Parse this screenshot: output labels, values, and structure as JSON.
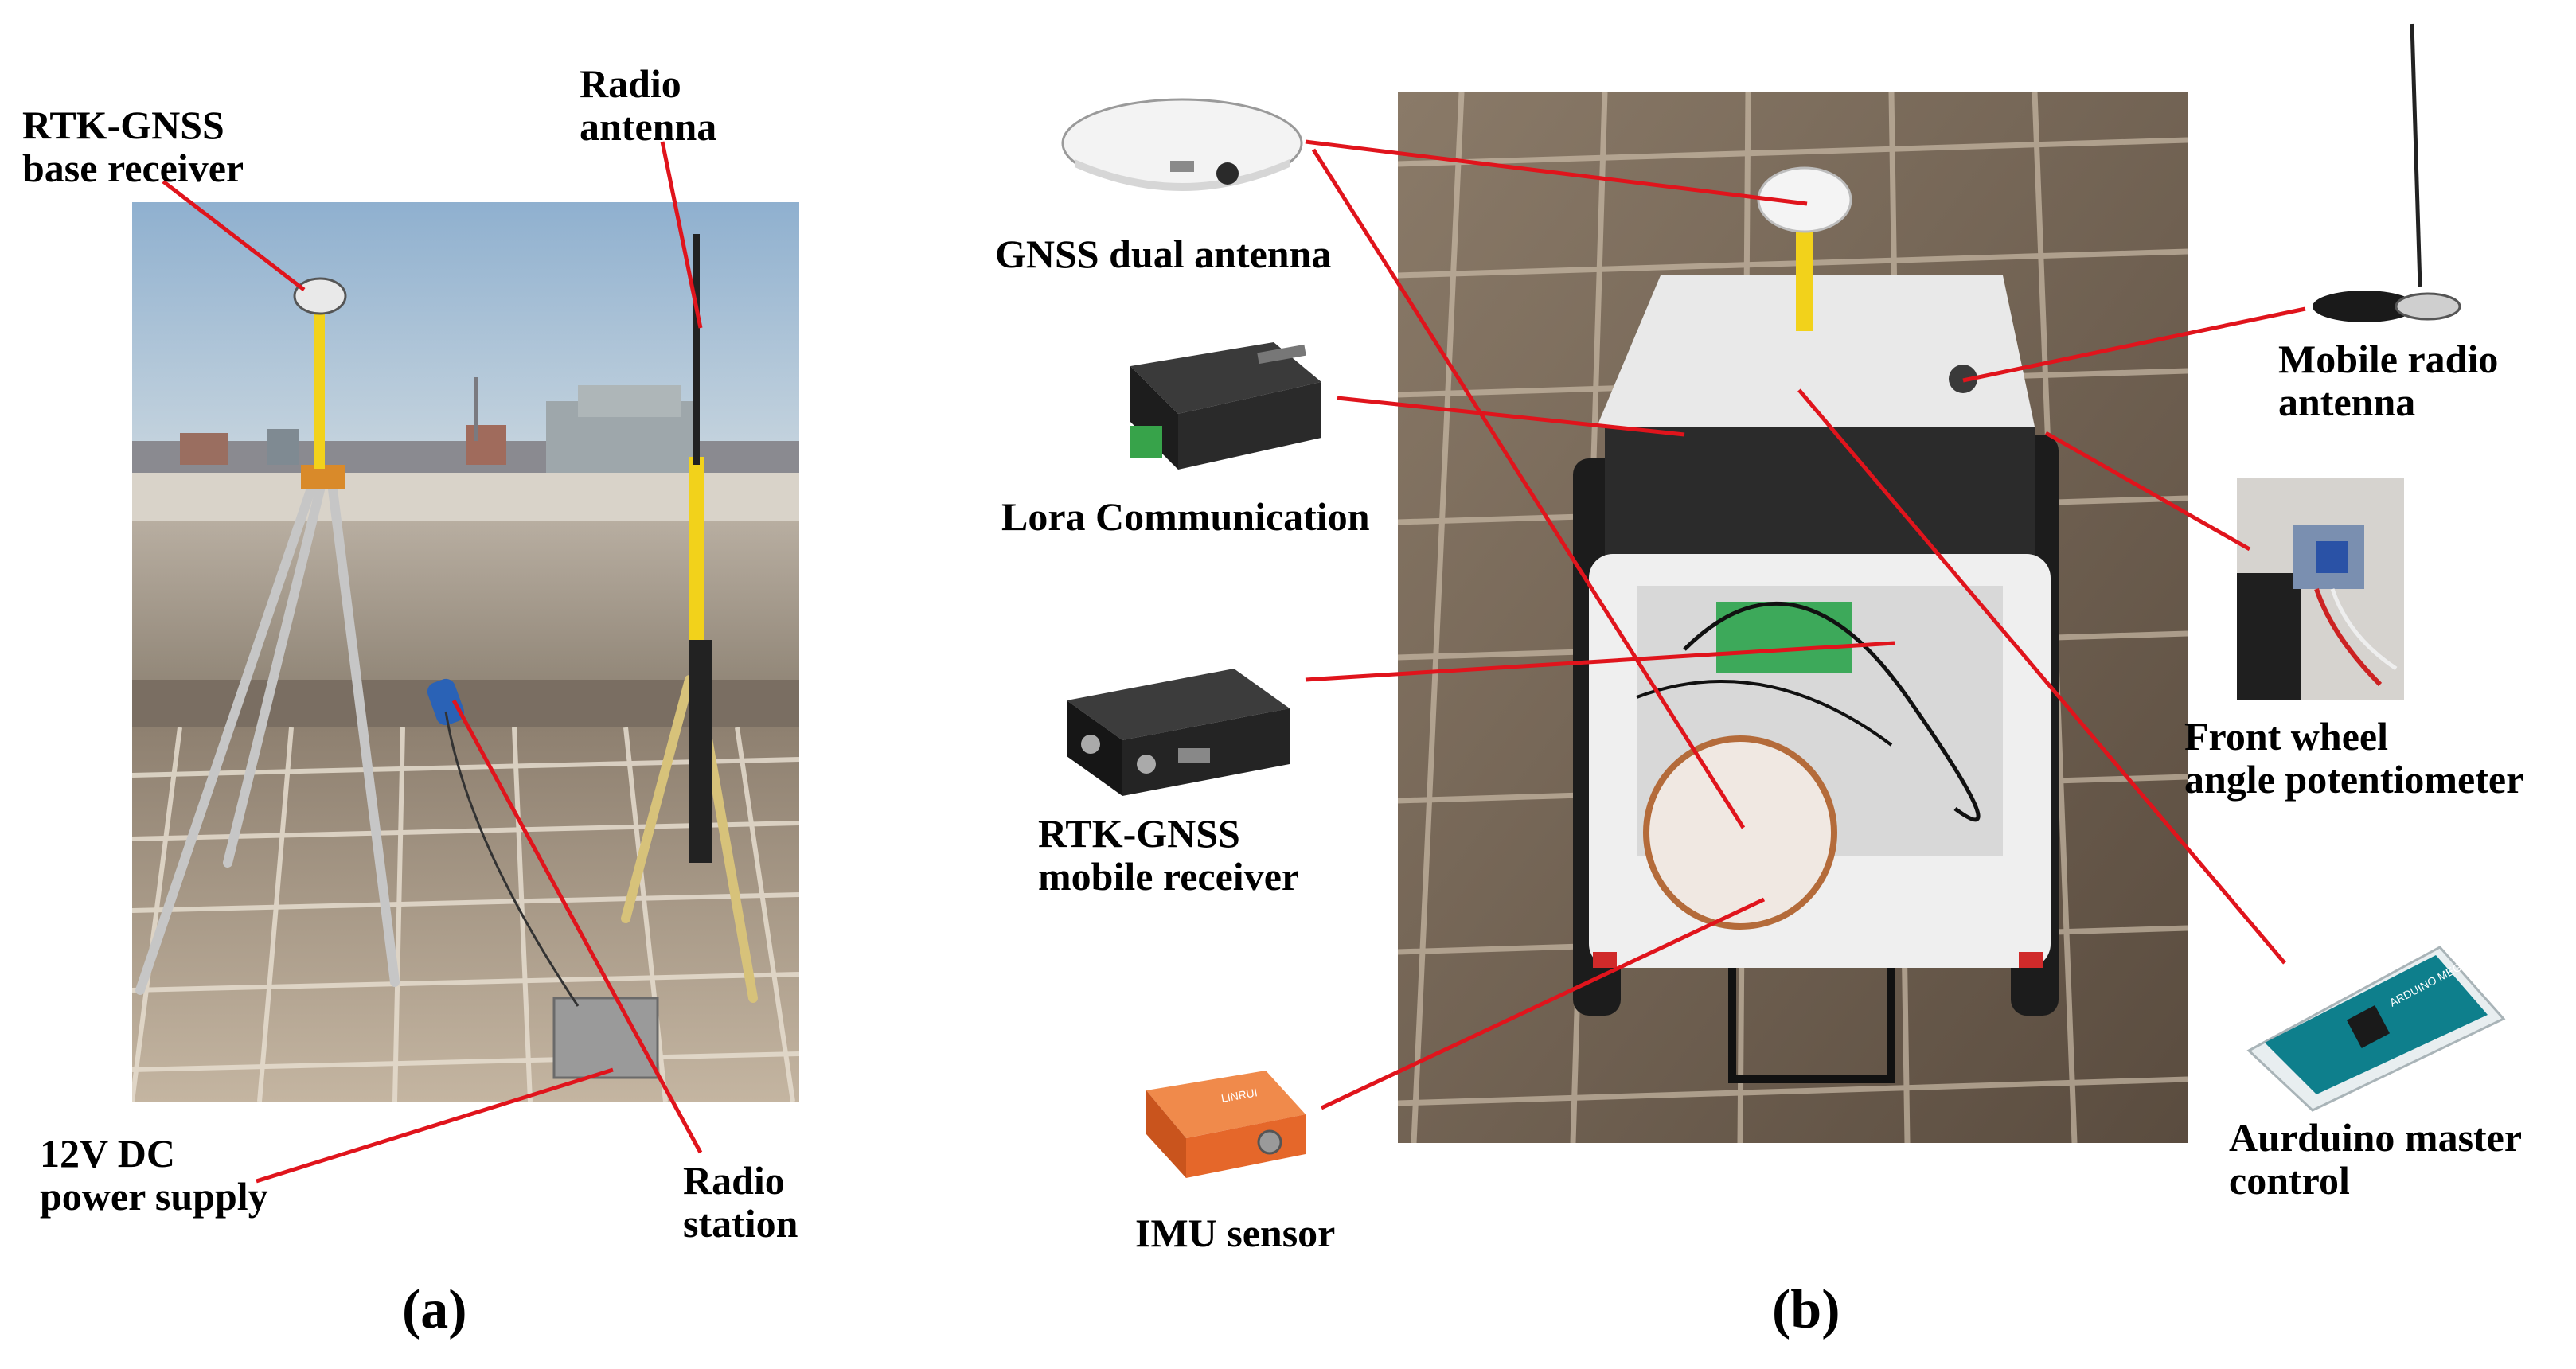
{
  "panel_a": {
    "caption": "(a)",
    "labels": {
      "base_receiver": "RTK-GNSS\nbase receiver",
      "radio_antenna": "Radio\nantenna",
      "power_supply": "12V DC\npower supply",
      "radio_station": "Radio\nstation"
    }
  },
  "panel_b": {
    "caption": "(b)",
    "labels": {
      "gnss_dual_antenna": "GNSS dual antenna",
      "lora": "Lora Communication",
      "mobile_receiver": "RTK-GNSS\nmobile receiver",
      "imu": "IMU sensor",
      "mobile_radio_antenna": "Mobile radio\nantenna",
      "potentiometer": "Front wheel\nangle potentiometer",
      "arduino": "Aurduino master\ncontrol"
    },
    "device_text": {
      "imu_brand": "LINRUI",
      "arduino_text": "ARDUINO MEGA"
    }
  },
  "colors": {
    "leader_line": "#e0141c",
    "pole_yellow": "#f2d21b",
    "imu_orange": "#e5672a",
    "arduino_teal": "#0e7f8c"
  }
}
